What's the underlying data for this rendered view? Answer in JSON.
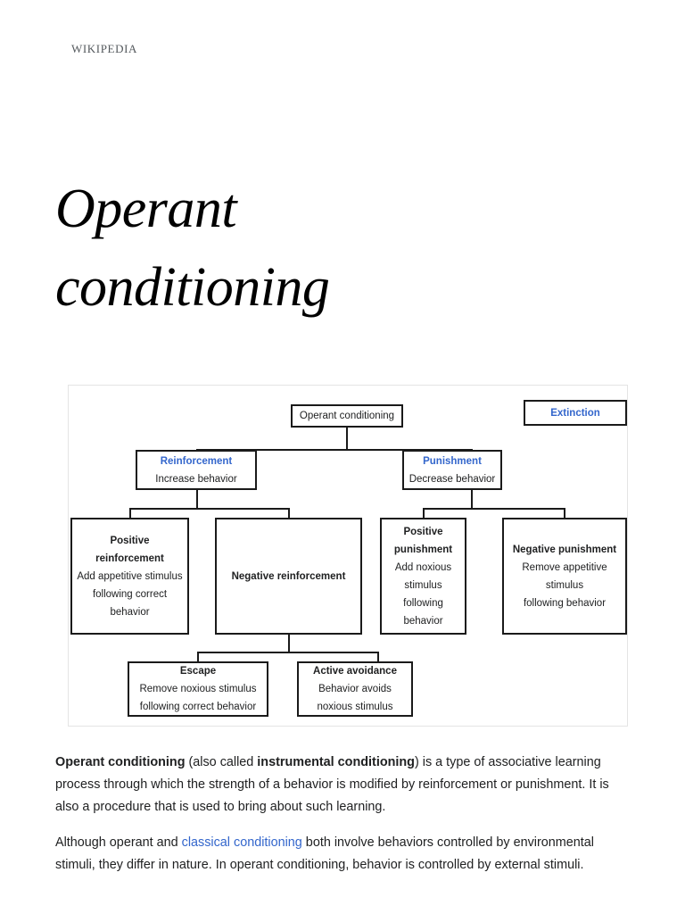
{
  "site": {
    "wordmark": "Wikipedia"
  },
  "article": {
    "title": "Operant conditioning"
  },
  "colors": {
    "link_blue": "#3366cc",
    "text": "#202122",
    "wordmark_gray": "#54595d",
    "diagram_border": "#e4e4e4",
    "node_border": "#1a1a1a"
  },
  "diagram": {
    "name": "operant-conditioning-chart",
    "nodes": {
      "root": {
        "title": "Operant conditioning",
        "is_link": false,
        "lines": []
      },
      "extinction": {
        "title": "Extinction",
        "is_link": true,
        "lines": []
      },
      "reinforcement": {
        "title": "Reinforcement",
        "is_link": true,
        "lines": [
          "Increase behavior"
        ]
      },
      "punishment": {
        "title": "Punishment",
        "is_link": true,
        "lines": [
          "Decrease behavior"
        ]
      },
      "positive_reinforcement": {
        "title": "Positive reinforcement",
        "is_link": false,
        "lines": [
          "Add appetitive stimulus",
          "following correct",
          "behavior"
        ]
      },
      "negative_reinforcement": {
        "title": "Negative reinforcement",
        "is_link": false,
        "lines": []
      },
      "positive_punishment": {
        "title_lines": [
          "Positive",
          "punishment"
        ],
        "is_link": false,
        "lines": [
          "Add noxious",
          "stimulus",
          "following",
          "behavior"
        ]
      },
      "negative_punishment": {
        "title": "Negative punishment",
        "is_link": false,
        "lines": [
          "Remove appetitive",
          "stimulus",
          "following behavior"
        ]
      },
      "escape": {
        "title": "Escape",
        "is_link": false,
        "lines": [
          "Remove noxious stimulus",
          "following correct behavior"
        ]
      },
      "active_avoidance": {
        "title": "Active avoidance",
        "is_link": false,
        "lines": [
          "Behavior avoids",
          "noxious stimulus"
        ]
      }
    }
  },
  "body": {
    "paragraph1": {
      "bold1": "Operant conditioning",
      "text1": " (also called ",
      "bold2": "instrumental conditioning",
      "text2": ") is a type of associative learning process through which the strength of a behavior is modified by reinforcement or punishment. It is also a procedure that is used to bring about such learning."
    },
    "paragraph2": {
      "text1": "Although operant and ",
      "link1": "classical conditioning",
      "text2": " both involve behaviors controlled by environmental stimuli, they differ in nature. In operant conditioning, behavior is controlled by external stimuli."
    }
  }
}
